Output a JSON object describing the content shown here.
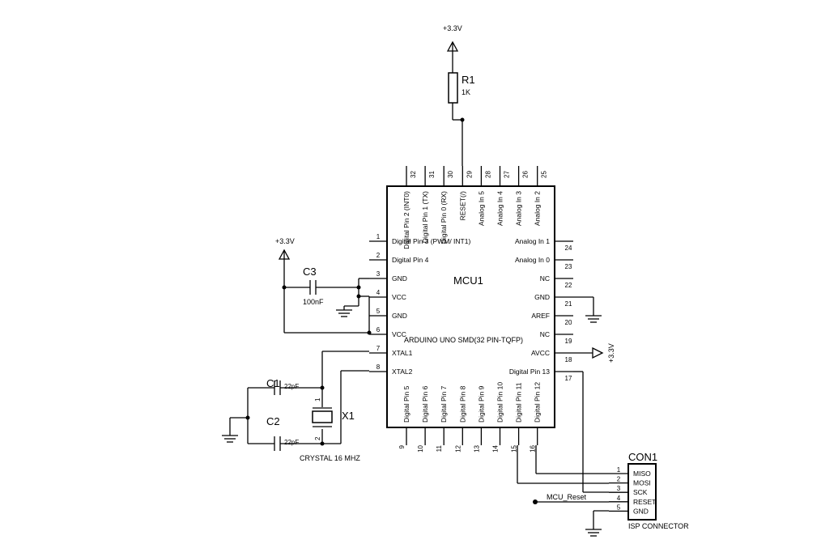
{
  "power": {
    "top_label": "+3.3V",
    "left_label": "+3.3V",
    "right_label": "+3.3V"
  },
  "r1": {
    "ref": "R1",
    "value": "1K"
  },
  "c3": {
    "ref": "C3",
    "value": "100nF"
  },
  "c1": {
    "ref": "C1",
    "value": "22pF"
  },
  "c2": {
    "ref": "C2",
    "value": "22pF"
  },
  "x1": {
    "ref": "X1",
    "desc": "CRYSTAL 16 MHZ",
    "pin1": "1",
    "pin2": "2"
  },
  "mcu": {
    "ref": "MCU1",
    "part": "ARDUINO UNO SMD(32 PIN-TQFP)",
    "left_pins": [
      {
        "num": "1",
        "name": "Digital Pin 3 (PWM/ INT1)"
      },
      {
        "num": "2",
        "name": "Digital Pin 4"
      },
      {
        "num": "3",
        "name": "GND"
      },
      {
        "num": "4",
        "name": "VCC"
      },
      {
        "num": "5",
        "name": "GND"
      },
      {
        "num": "6",
        "name": "VCC"
      },
      {
        "num": "7",
        "name": "XTAL1"
      },
      {
        "num": "8",
        "name": "XTAL2"
      }
    ],
    "right_pins": [
      {
        "num": "24",
        "name": "Analog In 1"
      },
      {
        "num": "23",
        "name": "Analog In 0"
      },
      {
        "num": "22",
        "name": "NC"
      },
      {
        "num": "21",
        "name": "GND"
      },
      {
        "num": "20",
        "name": "AREF"
      },
      {
        "num": "19",
        "name": "NC"
      },
      {
        "num": "18",
        "name": "AVCC"
      },
      {
        "num": "17",
        "name": "Digital Pin 13"
      }
    ],
    "top_pins": [
      {
        "num": "32",
        "name": "Digital Pin 2 (INT0)"
      },
      {
        "num": "31",
        "name": "Digital Pin 1 (TX)"
      },
      {
        "num": "30",
        "name": "Digital Pin 0 (RX)"
      },
      {
        "num": "29",
        "name": "RESET(/)"
      },
      {
        "num": "28",
        "name": "Analog In 5"
      },
      {
        "num": "27",
        "name": "Analog In 4"
      },
      {
        "num": "26",
        "name": "Analog In 3"
      },
      {
        "num": "25",
        "name": "Analog In 2"
      }
    ],
    "bottom_pins": [
      {
        "num": "9",
        "name": "Digital Pin 5"
      },
      {
        "num": "10",
        "name": "Digital Pin 6"
      },
      {
        "num": "11",
        "name": "Digital Pin 7"
      },
      {
        "num": "12",
        "name": "Digital Pin 8"
      },
      {
        "num": "13",
        "name": "Digital Pin 9"
      },
      {
        "num": "14",
        "name": "Digital Pin 10"
      },
      {
        "num": "15",
        "name": "Digital Pin 11"
      },
      {
        "num": "16",
        "name": "Digital Pin 12"
      }
    ]
  },
  "con1": {
    "ref": "CON1",
    "desc": "ISP CONNECTOR",
    "pins": [
      {
        "num": "1",
        "name": "MISO"
      },
      {
        "num": "2",
        "name": "MOSI"
      },
      {
        "num": "3",
        "name": "SCK"
      },
      {
        "num": "4",
        "name": "RESET"
      },
      {
        "num": "5",
        "name": "GND"
      }
    ]
  },
  "net_label": "MCU_Reset"
}
